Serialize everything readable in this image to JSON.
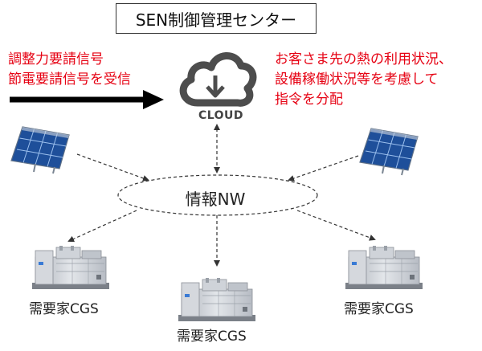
{
  "title": "SEN制御管理センター",
  "left_message": [
    "調整力要請信号",
    "節電要請信号を受信"
  ],
  "right_message": [
    "お客さま先の熱の利用状況、",
    "設備稼働状況等を考慮して",
    "指令を分配"
  ],
  "cloud_label": "CLOUD",
  "network_label": "情報NW",
  "cgs_labels": [
    "需要家CGS",
    "需要家CGS",
    "需要家CGS"
  ],
  "colors": {
    "accent_red": "#e60012",
    "solar_blue": "#2a63b8",
    "machine_gray": "#c9ccd2"
  },
  "icons": [
    "cloud-download-icon",
    "solar-panel-icon",
    "cgs-unit-icon"
  ]
}
